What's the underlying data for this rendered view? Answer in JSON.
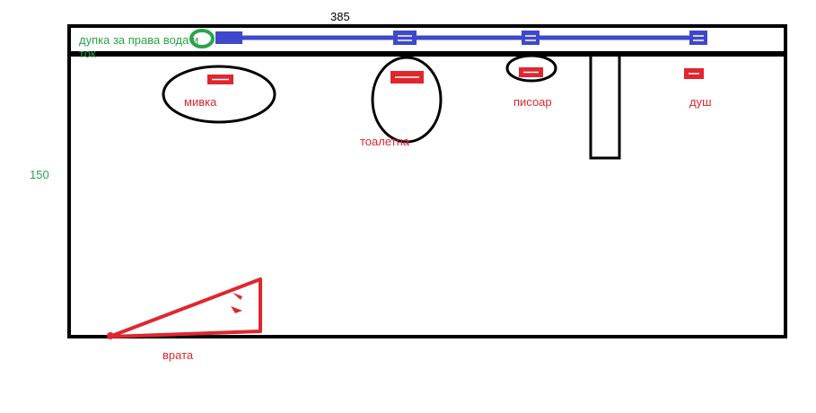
{
  "dimensions": {
    "width_label": "385",
    "height_label": "150"
  },
  "labels": {
    "pipe_hole": "дупка за права вода и ток",
    "sink": "мивка",
    "toilet": "тоалетна",
    "urinal": "писоар",
    "shower": "душ",
    "door": "врата"
  },
  "colors": {
    "walls": "#000000",
    "fixtures": "#e0262f",
    "pipe": "#3f48cc",
    "pipe_hole": "#2aa44a"
  }
}
